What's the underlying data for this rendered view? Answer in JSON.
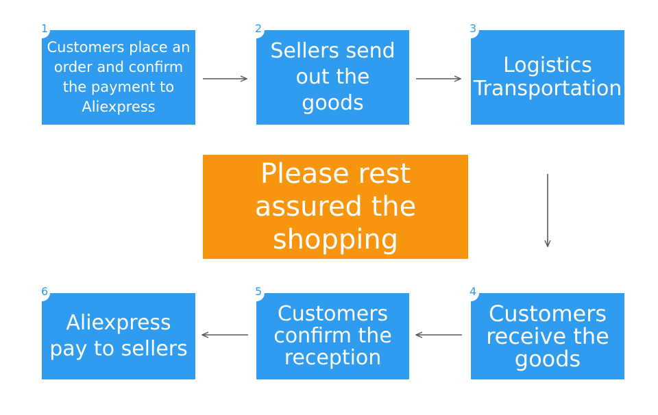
{
  "colors": {
    "step": "#2f9cf0",
    "center": "#f7950f",
    "arrow": "#555555"
  },
  "steps": [
    {
      "num": "1",
      "text": "Customers place an order and confirm the payment to Aliexpress"
    },
    {
      "num": "2",
      "text": "Sellers send out the goods"
    },
    {
      "num": "3",
      "text": "Logistics Transportation"
    },
    {
      "num": "4",
      "text": "Customers receive the goods"
    },
    {
      "num": "5",
      "text": "Customers confirm the reception"
    },
    {
      "num": "6",
      "text": "Aliexpress pay to sellers"
    }
  ],
  "center_text": "Please rest assured the shopping"
}
